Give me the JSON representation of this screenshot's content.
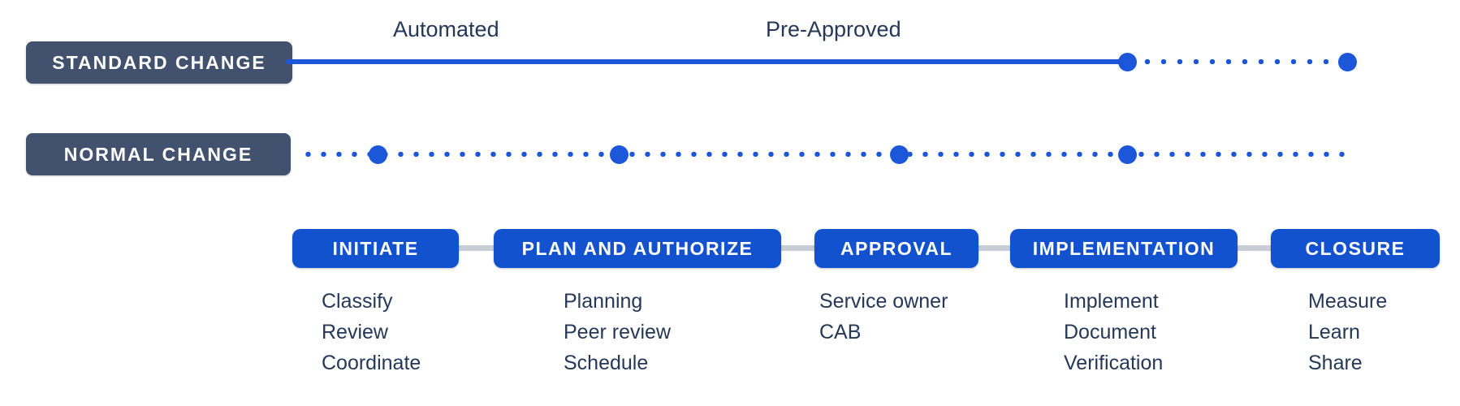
{
  "colors": {
    "blue": "#1352CF",
    "line": "#1C57DA",
    "slate": "#42526E",
    "navy": "#253858",
    "connector": "#C9CED6"
  },
  "tracks": {
    "standard": {
      "badge": "STANDARD CHANGE",
      "annotations": {
        "automated": "Automated",
        "pre_approved": "Pre-Approved"
      },
      "line": "solid then dotted",
      "marker_stages": [
        "IMPLEMENTATION",
        "CLOSURE"
      ]
    },
    "normal": {
      "badge": "NORMAL CHANGE",
      "line": "dotted",
      "marker_stages": [
        "INITIATE",
        "PLAN AND AUTHORIZE",
        "APPROVAL",
        "IMPLEMENTATION"
      ]
    }
  },
  "stages": [
    {
      "label": "INITIATE",
      "items": [
        "Classify",
        "Review",
        "Coordinate"
      ]
    },
    {
      "label": "PLAN AND AUTHORIZE",
      "items": [
        "Planning",
        "Peer review",
        "Schedule"
      ]
    },
    {
      "label": "APPROVAL",
      "items": [
        "Service owner",
        "CAB"
      ]
    },
    {
      "label": "IMPLEMENTATION",
      "items": [
        "Implement",
        "Document",
        "Verification"
      ]
    },
    {
      "label": "CLOSURE",
      "items": [
        "Measure",
        "Learn",
        "Share"
      ]
    }
  ]
}
